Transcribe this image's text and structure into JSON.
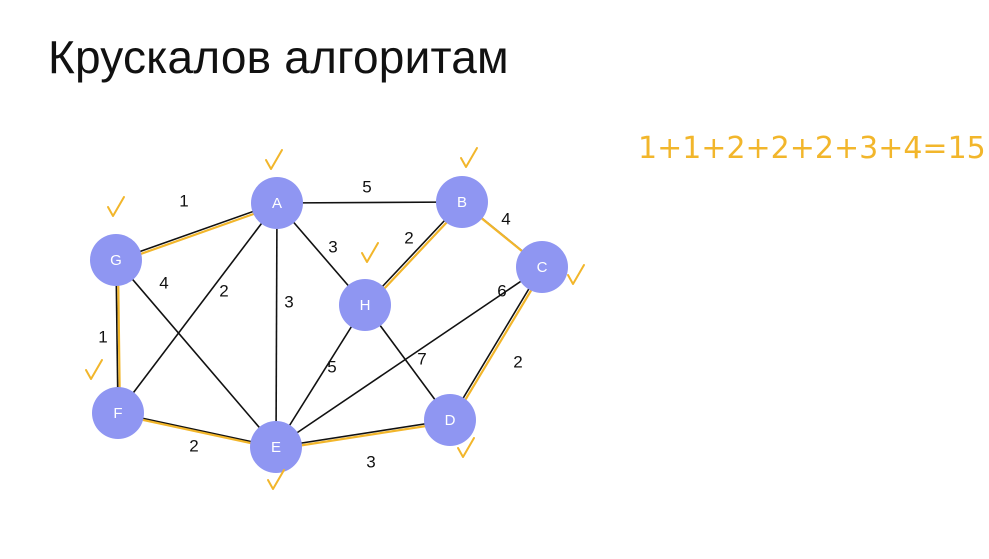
{
  "title": "Крускалов алгоритам",
  "colors": {
    "node_fill": "#8f96f2",
    "edge": "#111111",
    "highlight": "#f2b62b"
  },
  "graph": {
    "nodes": [
      {
        "id": "A",
        "label": "A",
        "checked": true
      },
      {
        "id": "B",
        "label": "B",
        "checked": true
      },
      {
        "id": "C",
        "label": "C",
        "checked": true
      },
      {
        "id": "D",
        "label": "D",
        "checked": true
      },
      {
        "id": "E",
        "label": "E",
        "checked": true
      },
      {
        "id": "F",
        "label": "F",
        "checked": true
      },
      {
        "id": "G",
        "label": "G",
        "checked": true
      },
      {
        "id": "H",
        "label": "H",
        "checked": true
      }
    ],
    "edges": [
      {
        "from": "G",
        "to": "A",
        "weight": "1",
        "in_mst": true
      },
      {
        "from": "A",
        "to": "B",
        "weight": "5",
        "in_mst": false
      },
      {
        "from": "A",
        "to": "H",
        "weight": "3",
        "in_mst": false
      },
      {
        "from": "A",
        "to": "F",
        "weight": "2",
        "in_mst": false
      },
      {
        "from": "A",
        "to": "E",
        "weight": "3",
        "in_mst": false
      },
      {
        "from": "G",
        "to": "E",
        "weight": "4",
        "in_mst": false
      },
      {
        "from": "G",
        "to": "F",
        "weight": "1",
        "in_mst": true
      },
      {
        "from": "B",
        "to": "H",
        "weight": "2",
        "in_mst": true
      },
      {
        "from": "B",
        "to": "C",
        "weight": "4",
        "in_mst": true
      },
      {
        "from": "C",
        "to": "E",
        "weight": "6",
        "in_mst": false
      },
      {
        "from": "C",
        "to": "D",
        "weight": "2",
        "in_mst": true
      },
      {
        "from": "H",
        "to": "E",
        "weight": "5",
        "in_mst": false
      },
      {
        "from": "H",
        "to": "D",
        "weight": "7",
        "in_mst": false
      },
      {
        "from": "F",
        "to": "E",
        "weight": "2",
        "in_mst": true
      },
      {
        "from": "E",
        "to": "D",
        "weight": "3",
        "in_mst": true
      }
    ]
  },
  "sum_text": "1+1+2+2+2+3+4=15"
}
